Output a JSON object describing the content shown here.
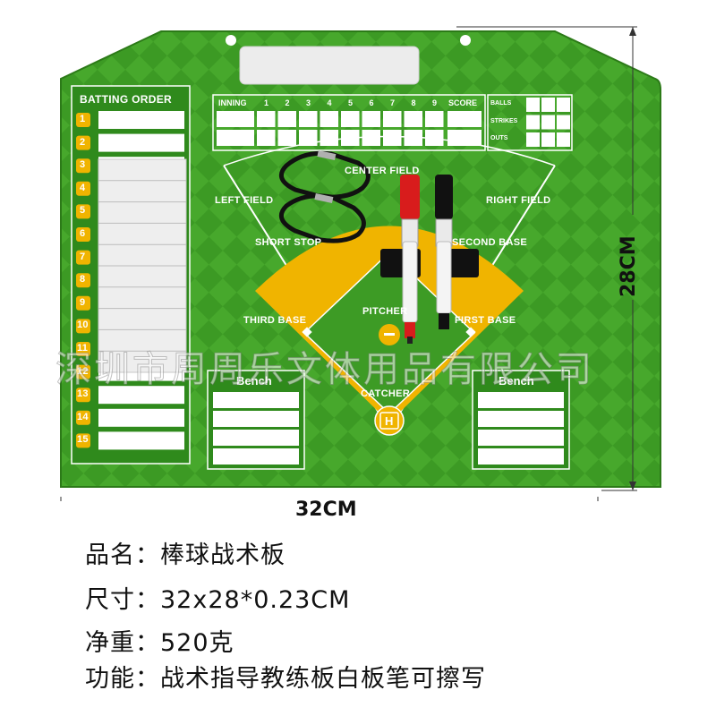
{
  "board": {
    "batting_order_title": "BATTING ORDER",
    "batting_numbers": [
      "1",
      "2",
      "3",
      "4",
      "5",
      "6",
      "7",
      "8",
      "9",
      "10",
      "11",
      "12",
      "13",
      "14",
      "15"
    ],
    "scoreboard": {
      "inning_label": "INNING",
      "innings": [
        "1",
        "2",
        "3",
        "4",
        "5",
        "6",
        "7",
        "8",
        "9"
      ],
      "score_label": "SCORE",
      "counts": [
        "BALLS",
        "STRIKES",
        "OUTS"
      ]
    },
    "field_labels": {
      "center_field": "CENTER FIELD",
      "left_field": "LEFT FIELD",
      "right_field": "RIGHT FIELD",
      "short_stop": "SHORT STOP",
      "second_base": "SECOND BASE",
      "third_base": "THIRD BASE",
      "pitcher": "PITCHER",
      "first_base": "FIRST BASE",
      "catcher": "CATCHER"
    },
    "bench_left": "Bench",
    "bench_right": "Bench",
    "home_logo": "H",
    "colors": {
      "green_dark": "#2f8a1c",
      "green_light": "#4fb02f",
      "infield": "#f0b400",
      "number_badge": "#f0b400"
    }
  },
  "dimensions": {
    "width": "32CM",
    "height": "28CM"
  },
  "watermark": "深圳市周周乐文体用品有限公司",
  "specs": [
    {
      "label": "品名：",
      "value": "棒球战术板"
    },
    {
      "label": "尺寸：",
      "value": "32x28*0.23CM"
    },
    {
      "label": "净重：",
      "value": "520克"
    },
    {
      "label": "功能：",
      "value": "战术指导教练板白板笔可擦写"
    }
  ]
}
